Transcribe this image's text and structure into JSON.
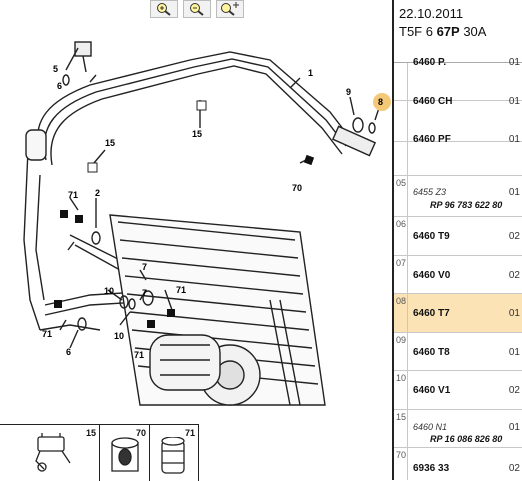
{
  "toolbar": {
    "buttons": [
      {
        "name": "zoom-in-icon"
      },
      {
        "name": "zoom-out-icon"
      },
      {
        "name": "zoom-fit-icon"
      }
    ]
  },
  "header": {
    "date": "22.10.2011",
    "code_prefix": "T5F 6 ",
    "code_bold": "67P",
    "code_suffix": " 30A"
  },
  "callouts": [
    "1",
    "2",
    "5",
    "6",
    "6",
    "7",
    "7",
    "8",
    "9",
    "10",
    "10",
    "15",
    "15",
    "70",
    "71",
    "71",
    "71",
    "71"
  ],
  "legend": [
    {
      "number": "15"
    },
    {
      "number": "70"
    },
    {
      "number": "71"
    }
  ],
  "parts": [
    {
      "idx": "",
      "ref": "6460 P.",
      "qty": "01"
    },
    {
      "idx": "",
      "ref": "6460 CH",
      "qty": "01"
    },
    {
      "idx": "",
      "ref": "6460 PF",
      "qty": "01"
    },
    {
      "idx": "05",
      "ref": "6455 Z3",
      "rp": "RP 96 783 622 80",
      "qty": "01"
    },
    {
      "idx": "06",
      "ref": "6460 T9",
      "qty": "02"
    },
    {
      "idx": "07",
      "ref": "6460 V0",
      "qty": "02"
    },
    {
      "idx": "08",
      "ref": "6460 T7",
      "qty": "01"
    },
    {
      "idx": "09",
      "ref": "6460 T8",
      "qty": "01"
    },
    {
      "idx": "10",
      "ref": "6460 V1",
      "qty": "02"
    },
    {
      "idx": "15",
      "ref": "6460 N1",
      "rp": "RP 16 086 826 80",
      "qty": "01"
    },
    {
      "idx": "70",
      "ref": "6936 33",
      "qty": "02"
    }
  ],
  "selected_row_color": "#fbe3b5",
  "callout_highlight_color": "#f3c977"
}
